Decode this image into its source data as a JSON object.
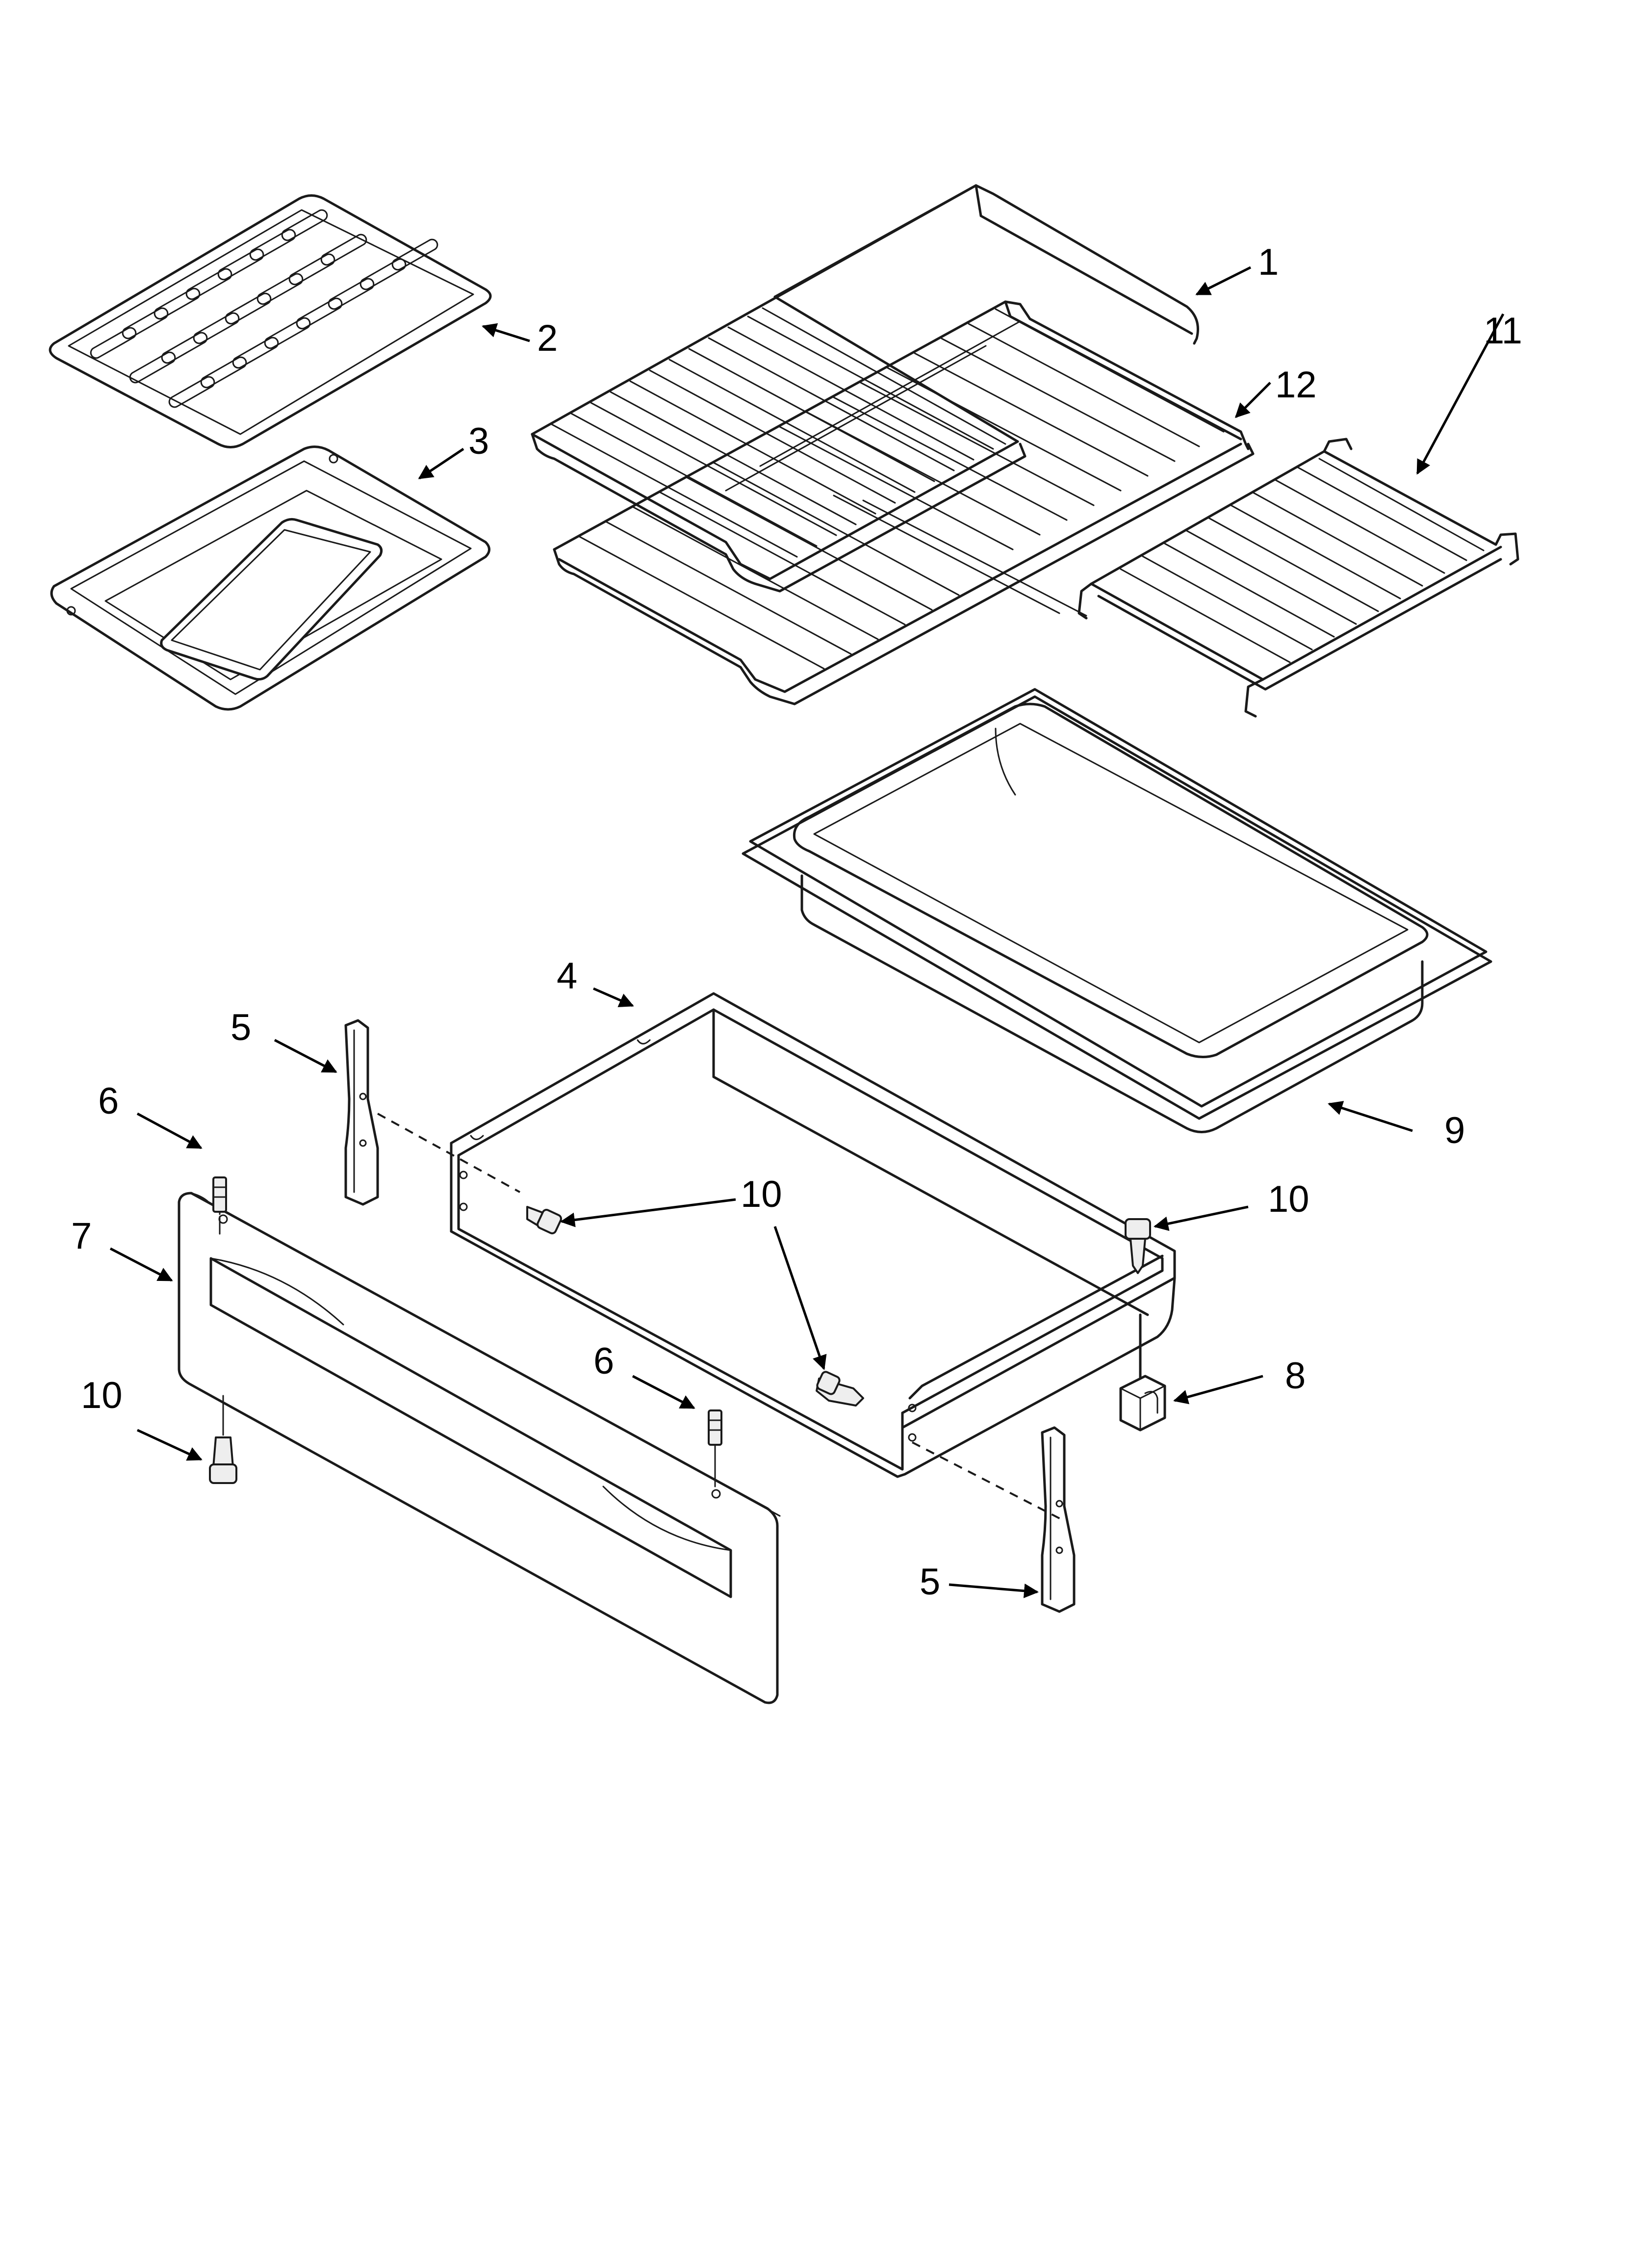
{
  "callouts": [
    {
      "id": "c1",
      "label": "1"
    },
    {
      "id": "c2",
      "label": "2"
    },
    {
      "id": "c3",
      "label": "3"
    },
    {
      "id": "c4",
      "label": "4"
    },
    {
      "id": "c5a",
      "label": "5"
    },
    {
      "id": "c5b",
      "label": "5"
    },
    {
      "id": "c6a",
      "label": "6"
    },
    {
      "id": "c6b",
      "label": "6"
    },
    {
      "id": "c7",
      "label": "7"
    },
    {
      "id": "c8",
      "label": "8"
    },
    {
      "id": "c9",
      "label": "9"
    },
    {
      "id": "c10a",
      "label": "10"
    },
    {
      "id": "c10b",
      "label": "10"
    },
    {
      "id": "c10c",
      "label": "10"
    },
    {
      "id": "c11",
      "label": "11"
    },
    {
      "id": "c12",
      "label": "12"
    }
  ]
}
